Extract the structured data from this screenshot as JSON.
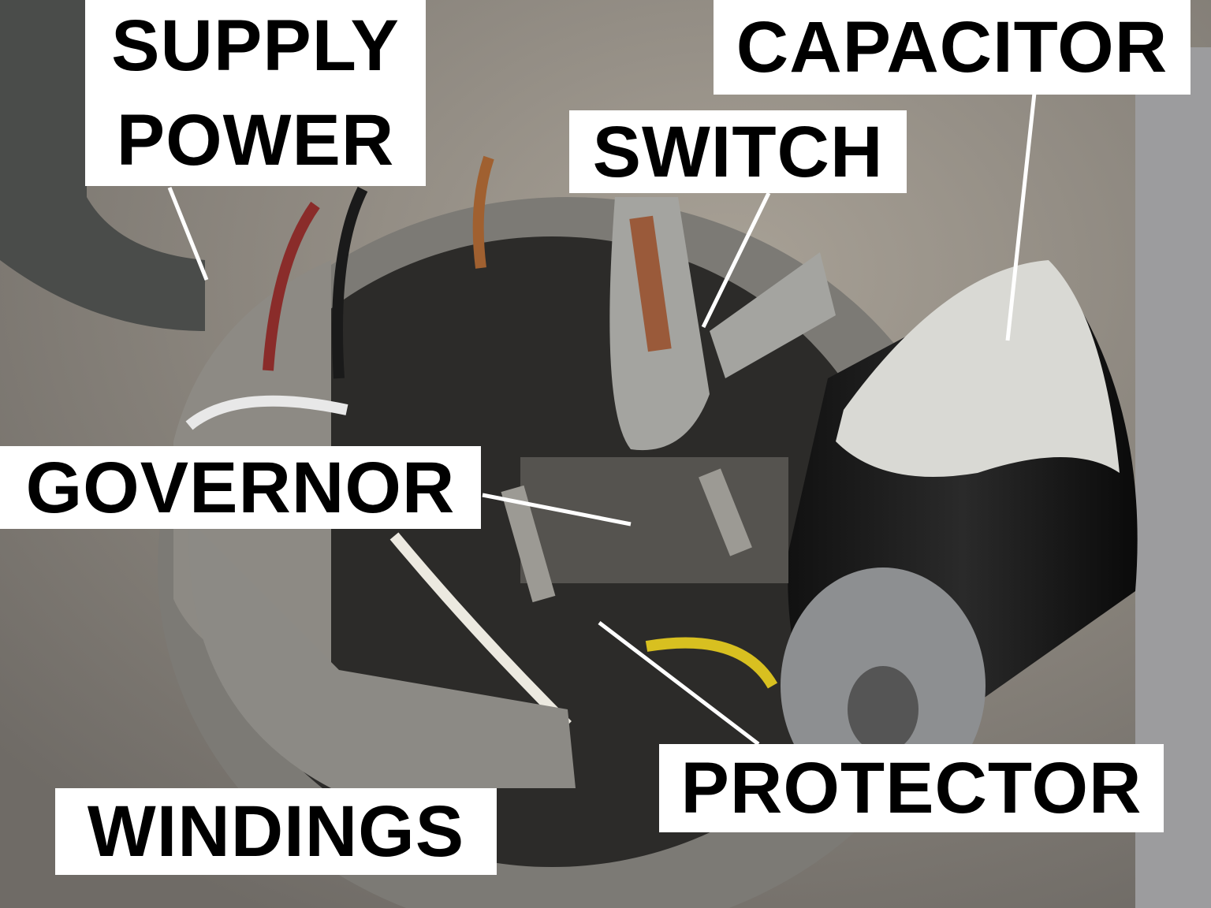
{
  "labels": {
    "supply_power": [
      "SUPPLY",
      "POWER"
    ],
    "capacitor": "CAPACITOR",
    "switch": "SWITCH",
    "governor": "GOVERNOR",
    "protector": "PROTECTOR",
    "windings": "WINDINGS"
  },
  "colors": {
    "label_background": "#ffffff",
    "label_text": "#000000",
    "leader_line": "#ffffff"
  }
}
